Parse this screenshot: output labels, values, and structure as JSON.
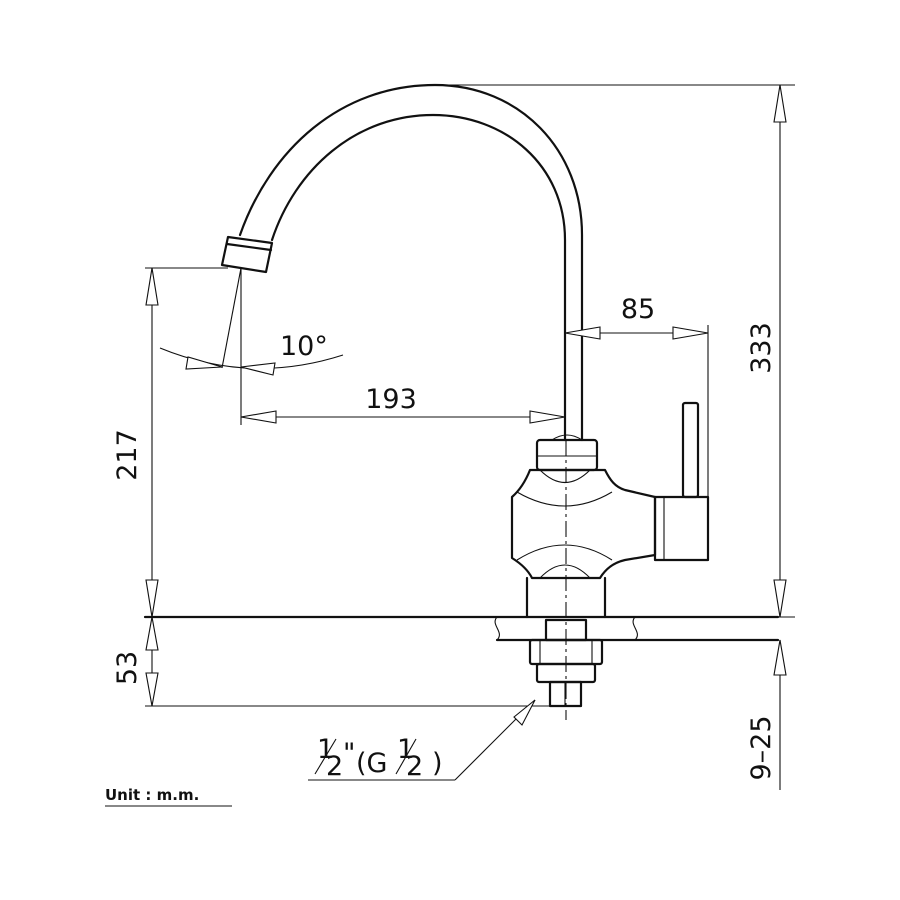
{
  "dimensions": {
    "total_height": "333",
    "spout_height": "217",
    "handle_offset": "85",
    "spout_reach": "193",
    "spout_angle": "10°",
    "shank_length": "53",
    "counter_thickness": "9–25"
  },
  "thread_label": {
    "frac1_num": "1",
    "frac1_den": "2",
    "quote": "\"",
    "mid": "(G",
    "frac2_num": "1",
    "frac2_den": "2",
    "close": ")"
  },
  "unit_label": "Unit : m.m."
}
